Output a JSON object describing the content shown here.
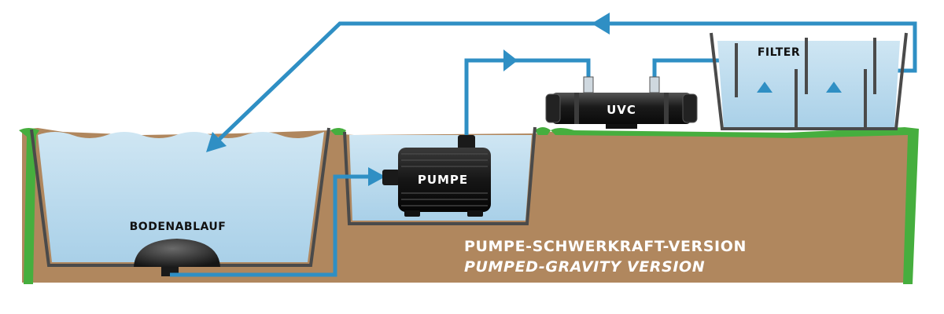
{
  "labels": {
    "bottom_drain": "BODENABLAUF",
    "pump": "PUMPE",
    "uvc": "UVC",
    "filter": "FILTER"
  },
  "caption": {
    "line1": "PUMPE-SCHWERKRAFT-VERSION",
    "line2": "PUMPED-GRAVITY VERSION"
  },
  "colors": {
    "earth": "#b0875e",
    "water": "#bcdcee",
    "pipe": "#2f8fc4",
    "grass": "#46ae3e",
    "equipment": "#1a1a1a",
    "text_light": "#ffffff"
  }
}
